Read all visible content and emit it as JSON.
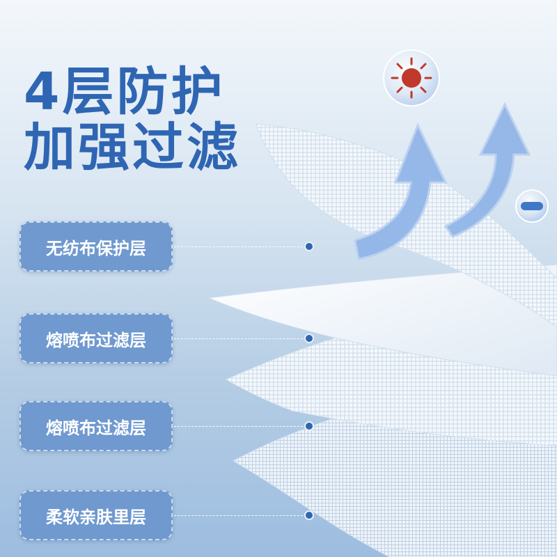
{
  "headline": {
    "line1": "4层防护",
    "line2": "加强过滤"
  },
  "layers": [
    {
      "label": "无纺布保护层"
    },
    {
      "label": "熔喷布过滤层"
    },
    {
      "label": "熔喷布过滤层"
    },
    {
      "label": "柔软亲肤里层"
    }
  ],
  "colors": {
    "brand": "#2f66b3",
    "label_bg": "#6f99cf",
    "arrow": "#8fb4e8",
    "virus": "#c0392b"
  },
  "icons": [
    "virus-icon",
    "bacteria-icon",
    "up-arrow-icon"
  ]
}
